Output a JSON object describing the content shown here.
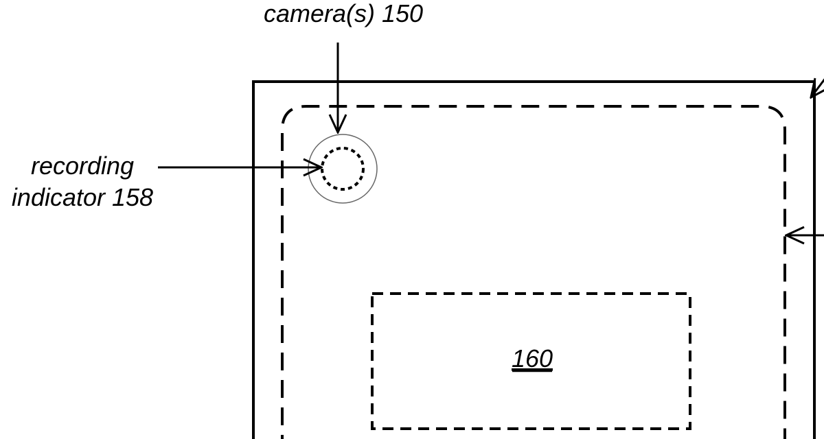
{
  "labels": {
    "camera": "camera(s) 150",
    "recording_line1": "recording",
    "recording_line2": "indicator 158",
    "region": "160"
  }
}
